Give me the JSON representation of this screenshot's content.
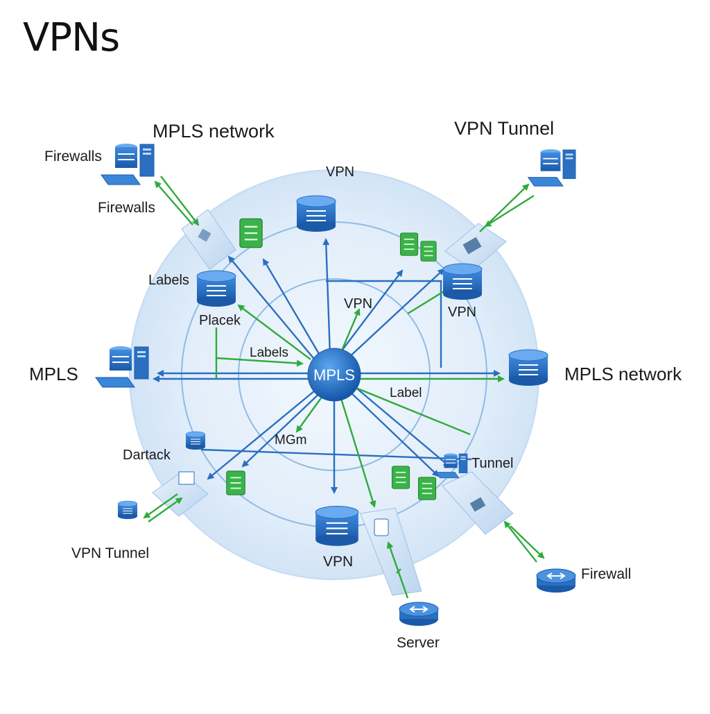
{
  "title": "VPNs",
  "colors": {
    "accent_blue": "#2a6fc0",
    "accent_green": "#2faa3a",
    "ring": "#cfe2f6"
  },
  "labels": {
    "mpls_network_top": "MPLS network",
    "vpn_tunnel_top": "VPN Tunnel",
    "firewalls_top": "Firewalls",
    "firewalls_mid": "Firewalls",
    "vpn_top_center": "VPN",
    "labels_left": "Labels",
    "placek": "Placek",
    "vpn_inner": "VPN",
    "vpn_right_node": "VPN",
    "labels_center": "Labels",
    "mpls_left": "MPLS",
    "mpls_network_right": "MPLS network",
    "label_right": "Label",
    "mgm": "MGm",
    "dartack": "Dartack",
    "tunnel_right": "Tunnel",
    "vpn_tunnel_bottom": "VPN Tunnel",
    "vpn_bottom": "VPN",
    "firewall_bottom": "Firewall",
    "server_bottom": "Server"
  },
  "hub": {
    "label": "MPLS"
  },
  "icons": {
    "database": "database-icon",
    "workstation": "workstation-icon",
    "router": "router-icon",
    "firewall_card": "firewall-card-icon",
    "tunnel_panel": "tunnel-panel-icon"
  }
}
